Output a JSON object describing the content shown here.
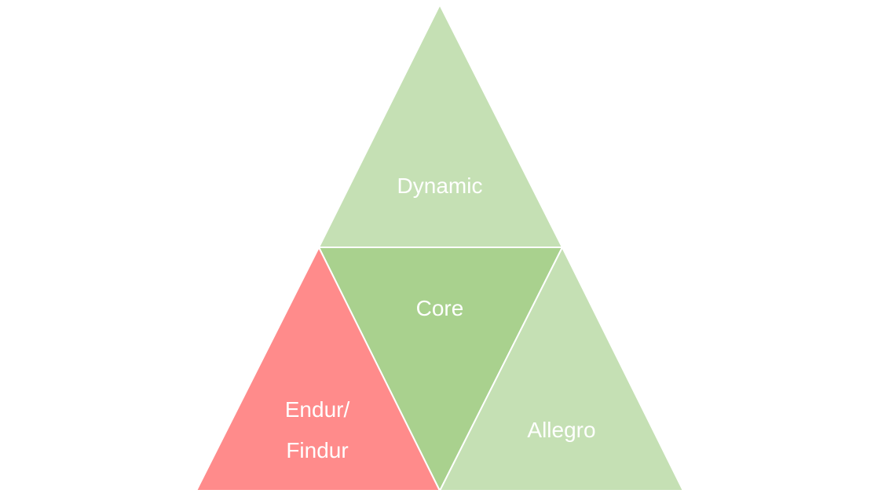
{
  "diagram": {
    "colors": {
      "light_green": "#c5e0b4",
      "mid_green": "#a9d18e",
      "red": "#ff8b8b",
      "label": "#ffffff",
      "border": "#ffffff"
    },
    "segments": [
      {
        "id": "top",
        "label": "Dynamic",
        "color": "#c5e0b4"
      },
      {
        "id": "center",
        "label": "Core",
        "color": "#a9d18e"
      },
      {
        "id": "left",
        "label_lines": [
          "Endur/",
          "Findur"
        ],
        "color": "#ff8b8b"
      },
      {
        "id": "right",
        "label": "Allegro",
        "color": "#c5e0b4"
      }
    ]
  }
}
